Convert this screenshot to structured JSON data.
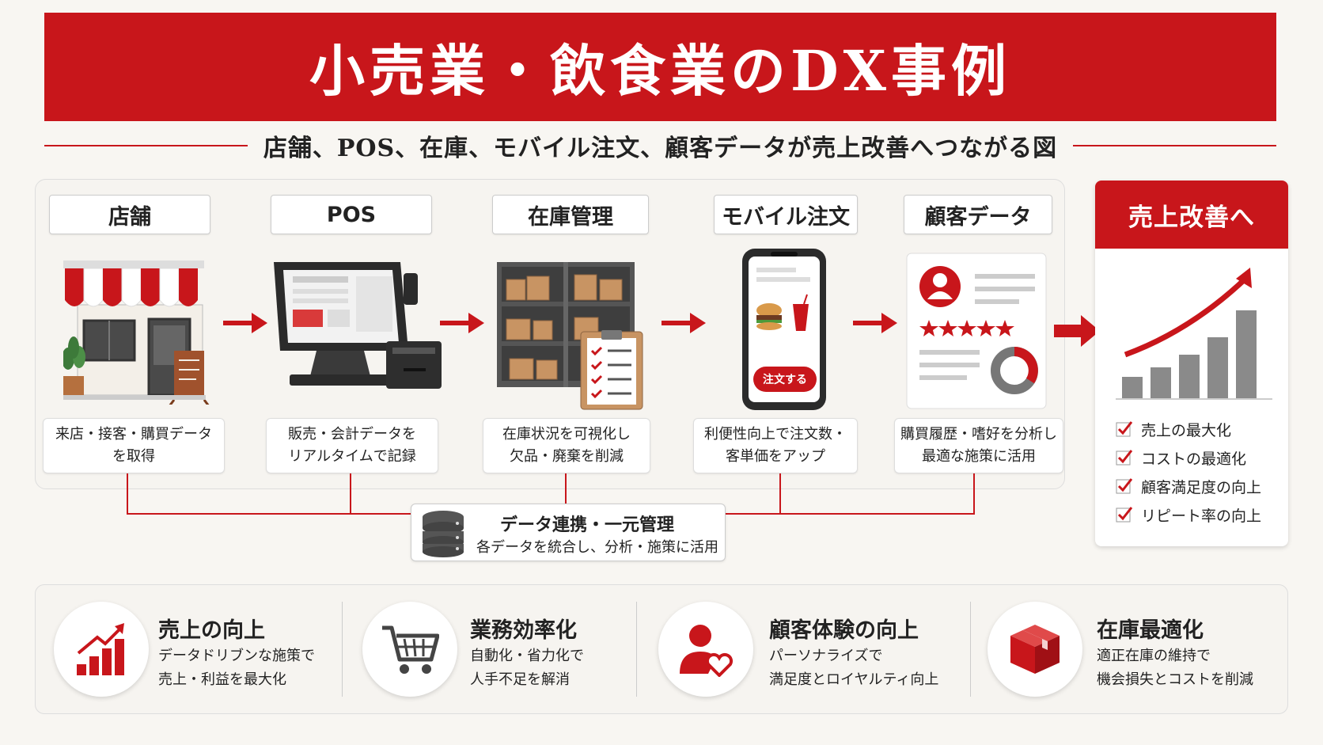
{
  "header": {
    "title": "小売業・飲食業のDX事例",
    "subtitle": "店舗、POS、在庫、モバイル注文、顧客データが売上改善へつながる図"
  },
  "stages": [
    {
      "label": "店舗",
      "desc_line1": "来店・接客・購買データ",
      "desc_line2": "を取得"
    },
    {
      "label": "POS",
      "desc_line1": "販売・会計データを",
      "desc_line2": "リアルタイムで記録"
    },
    {
      "label": "在庫管理",
      "desc_line1": "在庫状況を可視化し",
      "desc_line2": "欠品・廃棄を削減"
    },
    {
      "label": "モバイル注文",
      "desc_line1": "利便性向上で注文数・",
      "desc_line2": "客単価をアップ",
      "order_button": "注文する"
    },
    {
      "label": "顧客データ",
      "desc_line1": "購買履歴・嗜好を分析し",
      "desc_line2": "最適な施策に活用"
    }
  ],
  "data_hub": {
    "title": "データ連携・一元管理",
    "desc": "各データを統合し、分析・施策に活用"
  },
  "improvement": {
    "title": "売上改善へ",
    "items": [
      "売上の最大化",
      "コストの最適化",
      "顧客満足度の向上",
      "リピート率の向上"
    ]
  },
  "benefits": [
    {
      "icon": "growth-chart-icon",
      "title": "売上の向上",
      "line1": "データドリブンな施策で",
      "line2": "売上・利益を最大化"
    },
    {
      "icon": "shopping-cart-icon",
      "title": "業務効率化",
      "line1": "自動化・省力化で",
      "line2": "人手不足を解消"
    },
    {
      "icon": "customer-heart-icon",
      "title": "顧客体験の向上",
      "line1": "パーソナライズで",
      "line2": "満足度とロイヤルティ向上"
    },
    {
      "icon": "package-box-icon",
      "title": "在庫最適化",
      "line1": "適正在庫の維持で",
      "line2": "機会損失とコストを削減"
    }
  ],
  "colors": {
    "accent": "#c8161b",
    "background": "#f8f6f2",
    "gray": "#8a8a8a"
  }
}
